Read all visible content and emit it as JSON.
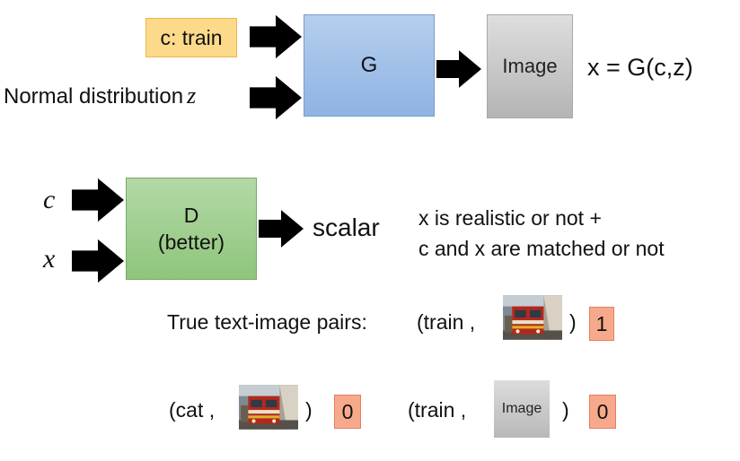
{
  "generator": {
    "condition_label": "c: train",
    "noise_label": "Normal distribution",
    "noise_var": "z",
    "box_label": "G",
    "output_label": "Image",
    "formula": "x = G(c,z)"
  },
  "discriminator": {
    "input_c": "c",
    "input_x": "x",
    "box_title": "D",
    "box_subtitle": "(better)",
    "output_label": "scalar",
    "description_line1": "x is realistic or not +",
    "description_line2": "c and x are matched or not"
  },
  "examples": {
    "true_pairs_label": "True text-image pairs:",
    "pair1_open": "(train ,",
    "pair1_close": ")",
    "pair1_score": "1",
    "pair2_open": "(cat ,",
    "pair2_close": ")",
    "pair2_score": "0",
    "pair3_open": "(train ,",
    "pair3_image": "Image",
    "pair3_close": ")",
    "pair3_score": "0"
  },
  "colors": {
    "condition_fill": "#fdd98a",
    "generator_fill": "#9fbfe8",
    "image_fill": "#c8c8c8",
    "discriminator_fill": "#a1cf90",
    "score_fill": "#f7a98c",
    "arrow": "#000000"
  },
  "icons": {
    "arrow": "right-arrow-icon",
    "train_photo": "train-photo-icon"
  }
}
